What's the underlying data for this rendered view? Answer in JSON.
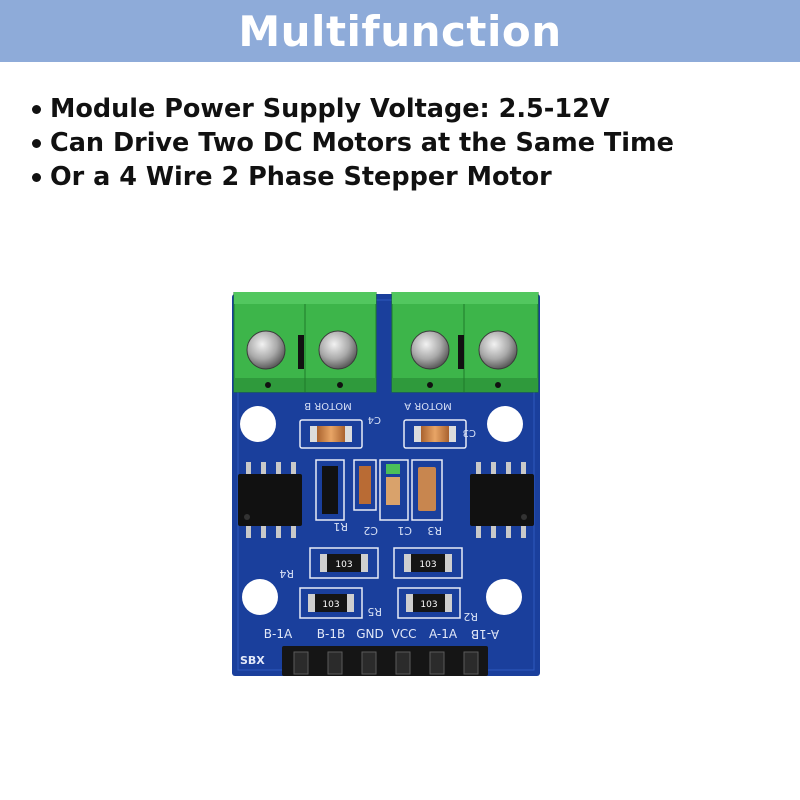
{
  "banner": {
    "title": "Multifunction"
  },
  "features": [
    "Module Power Supply Voltage: 2.5-12V",
    "Can Drive Two DC Motors at the Same Time",
    "Or a 4 Wire 2 Phase Stepper Motor"
  ],
  "board": {
    "pin_labels": [
      "B-1A",
      "B-1B",
      "GND",
      "VCC",
      "A-1A",
      "A-1B"
    ],
    "brand_label": "SBX",
    "terminal_labels": [
      "MOTOR B",
      "MOTOR A"
    ],
    "resistor_marking": "103",
    "silkscreen": [
      "C4",
      "C3",
      "C2",
      "C1",
      "R1",
      "R3",
      "R4",
      "R5",
      "R2"
    ],
    "colors": {
      "pcb": "#1a3f9c",
      "terminal": "#3db54a",
      "banner": "#8eabd9"
    }
  }
}
